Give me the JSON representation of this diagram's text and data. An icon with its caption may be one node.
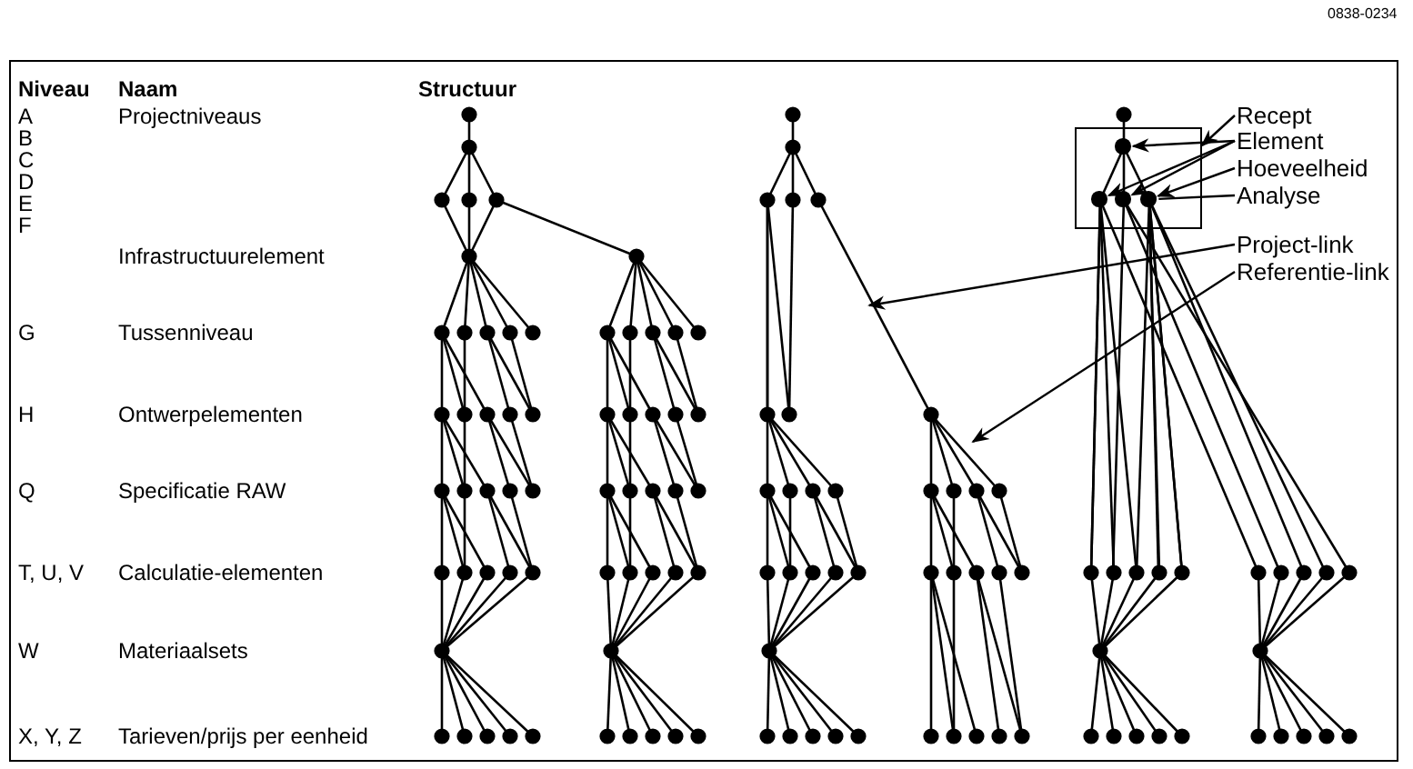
{
  "diagram": {
    "nodes": [
      {
        "text": [],
        "shape": "box"
      },
      {
        "text": [
          "Recept"
        ]
      },
      {
        "text": [
          "Element"
        ]
      },
      {
        "text": [
          "Hoeveelheid"
        ]
      },
      {
        "text": [
          "Analyse"
        ]
      },
      {
        "text": [
          "Project-link"
        ]
      },
      {
        "text": [
          "Referentie-link"
        ]
      },
      {
        "text": [],
        "shape": "circle",
        "in": 0
      },
      {
        "text": [],
        "shape": "circle",
        "in": 0
      },
      {
        "text": [],
        "shape": "circle",
        "in": 0
      },
      {
        "text": [],
        "shape": "circle",
        "in": 0
      }
    ],
    "edges": [
      {
        "from": 1,
        "to": 0,
        "arrow": "to"
      },
      {
        "from": 2,
        "to": 7,
        "arrow": "to"
      },
      {
        "from": 2,
        "to": 8,
        "arrow": "to"
      },
      {
        "from": 2,
        "to": 9,
        "arrow": "to"
      },
      {
        "from": 3,
        "to": 10,
        "arrow": "to"
      },
      {
        "from": 4,
        "to": 10,
        "arrow": "none"
      },
      {
        "from": 5,
        "to": null,
        "arrow": "to"
      },
      {
        "from": 6,
        "to": null,
        "arrow": "to"
      }
    ],
    "labels": [
      "0838-0234",
      "Niveau",
      "Naam",
      "Structuur",
      "A",
      "B",
      "C",
      "D",
      "E",
      "F",
      "Projectniveaus",
      "Infrastructuurelement",
      "G",
      "Tussenniveau",
      "H",
      "Ontwerpelementen",
      "Q",
      "Specificatie RAW",
      "T, U, V",
      "Calculatie-elementen",
      "W",
      "Materiaalsets",
      "X, Y, Z",
      "Tarieven/prijs per eenheid"
    ]
  }
}
